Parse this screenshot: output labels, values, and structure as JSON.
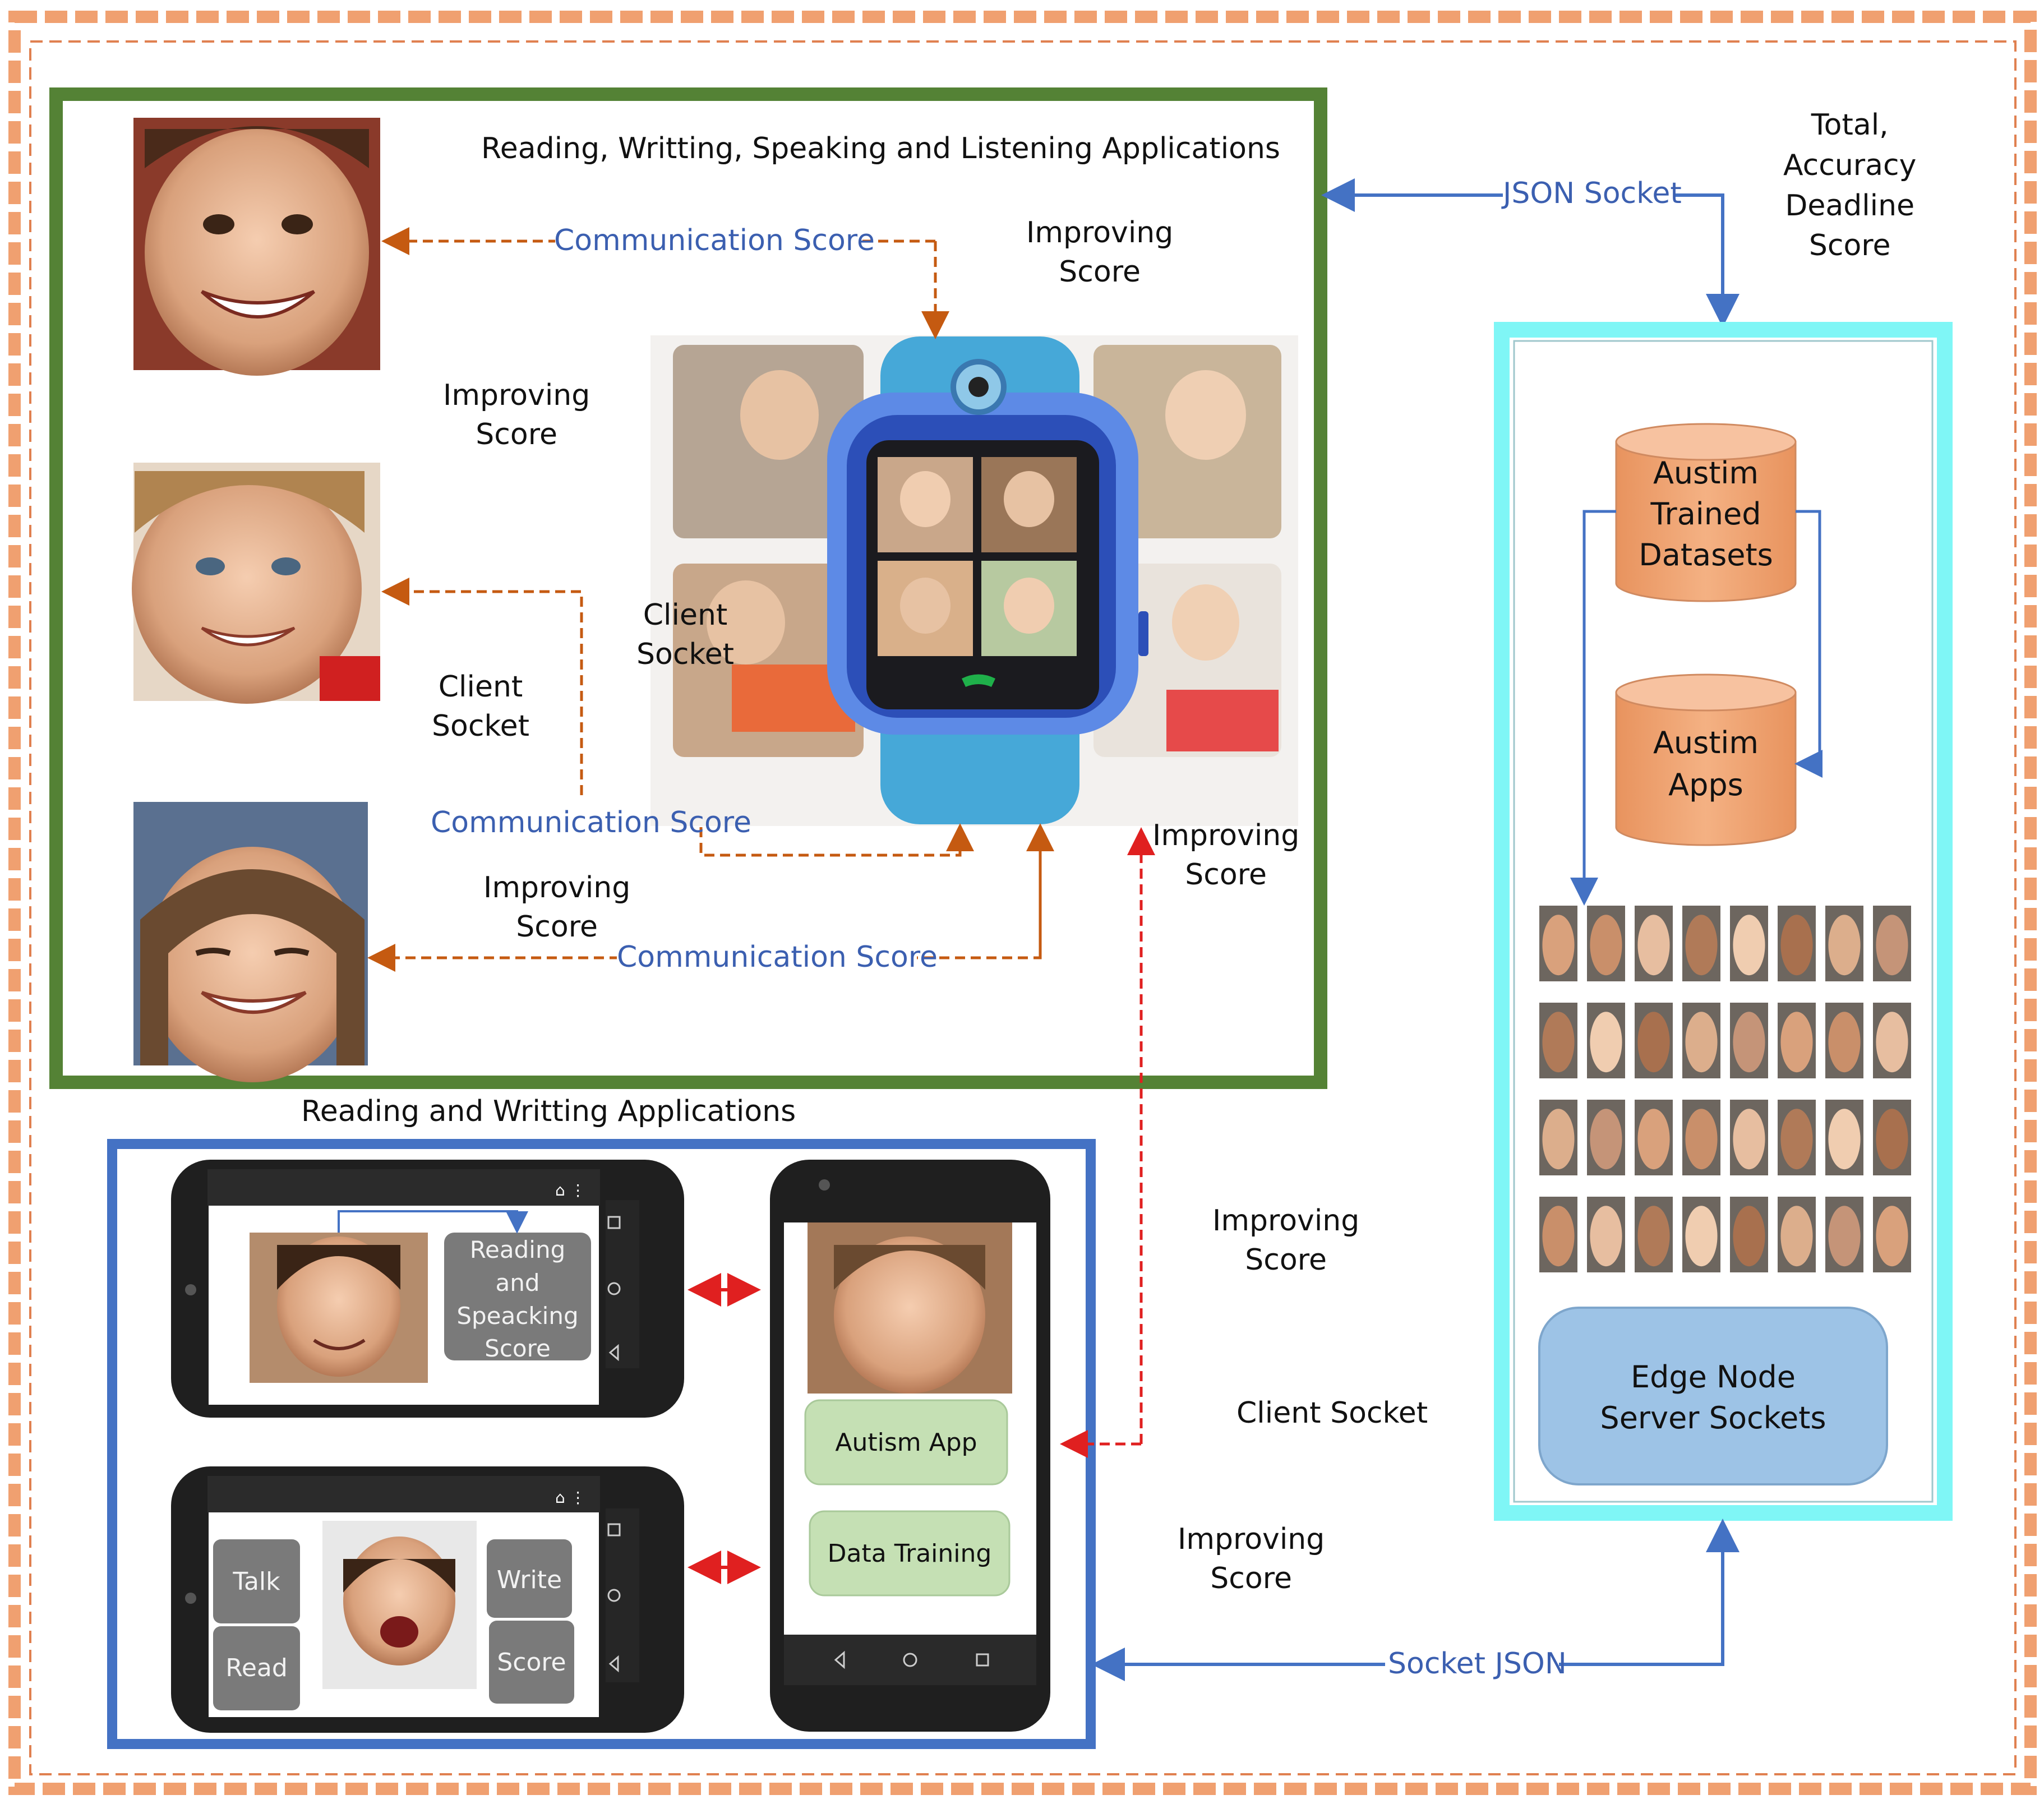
{
  "top_panel": {
    "title": "Reading, Writting, Speaking and Listening Applications",
    "communication_score_1": "Communication Score",
    "communication_score_2": "Communication Score",
    "communication_score_3": "Communication Score",
    "improving_1": [
      "Improving",
      "Score"
    ],
    "improving_2": [
      "Improving",
      "Score"
    ],
    "improving_3": [
      "Improving",
      "Score"
    ],
    "improving_4": [
      "Improving",
      "Score"
    ],
    "client_socket_1": [
      "Client",
      "Socket"
    ],
    "client_socket_2": [
      "Client",
      "Socket"
    ]
  },
  "connections": {
    "json_socket": "JSON Socket",
    "socket_json": "Socket JSON",
    "total_label": [
      "Total,",
      "Accuracy",
      "Deadline",
      "Score"
    ]
  },
  "bottom_panel": {
    "title": "Reading and Writting Applications",
    "phone1_card": [
      "Reading",
      "and",
      "Speacking",
      "Score"
    ],
    "phone2_buttons": {
      "talk": "Talk",
      "read": "Read",
      "write": "Write",
      "score": "Score"
    },
    "phone3_buttons": {
      "autism_app": "Autism App",
      "data_training": "Data Training"
    }
  },
  "middle_labels": {
    "improving_5": [
      "Improving",
      "Score"
    ],
    "client_socket": "Client Socket",
    "improving_6": [
      "Improving",
      "Score"
    ]
  },
  "edge_panel": {
    "db1": [
      "Austim",
      "Trained",
      "Datasets"
    ],
    "db2": [
      "Austim",
      "Apps"
    ],
    "server": [
      "Edge Node",
      "Server Sockets"
    ],
    "face_grid_rows": 4,
    "face_grid_cols": 8
  },
  "colors": {
    "outer_border": "#f0a070",
    "top_panel_border": "#548235",
    "bottom_panel_border": "#4472c4",
    "edge_panel_border": "#7ff6f6",
    "db_fill": "#f0a070",
    "server_fill": "#9dc3e6",
    "dashed_arrow": "#c55a11",
    "red_arrow": "#e02020",
    "blue_arrow": "#4472c4"
  }
}
